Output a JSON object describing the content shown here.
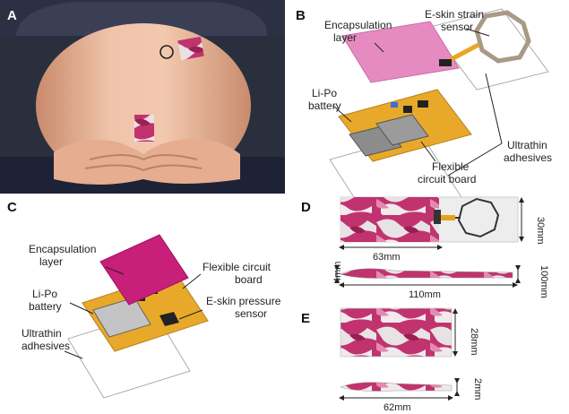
{
  "panels": {
    "a": "A",
    "b": "B",
    "c": "C",
    "d": "D",
    "e": "E"
  },
  "panel_b": {
    "encapsulation": [
      "Encapsulation",
      "layer"
    ],
    "strain_sensor": [
      "E-skin strain",
      "sensor"
    ],
    "battery": [
      "Li-Po",
      "battery"
    ],
    "adhesives": [
      "Ultrathin",
      "adhesives"
    ],
    "circuit": [
      "Flexible",
      "circuit board"
    ]
  },
  "panel_c": {
    "encapsulation": [
      "Encapsulation",
      "layer"
    ],
    "circuit": [
      "Flexible circuit",
      "board"
    ],
    "battery": [
      "Li-Po",
      "battery"
    ],
    "pressure_sensor": [
      "E-skin pressure",
      "sensor"
    ],
    "adhesives": [
      "Ultrathin",
      "adhesives"
    ]
  },
  "panel_d": {
    "length_top": "63mm",
    "height": "30mm",
    "thickness_small": "4mm",
    "thickness_right": "100mm",
    "length_total": "110mm"
  },
  "panel_e": {
    "height": "28mm",
    "thickness": "2mm",
    "length": "62mm"
  },
  "colors": {
    "pink": "#e07ab8",
    "magenta": "#c41f75",
    "gold": "#e3a21c",
    "skin": "#e8b79a",
    "shirt": "#1d2236"
  }
}
